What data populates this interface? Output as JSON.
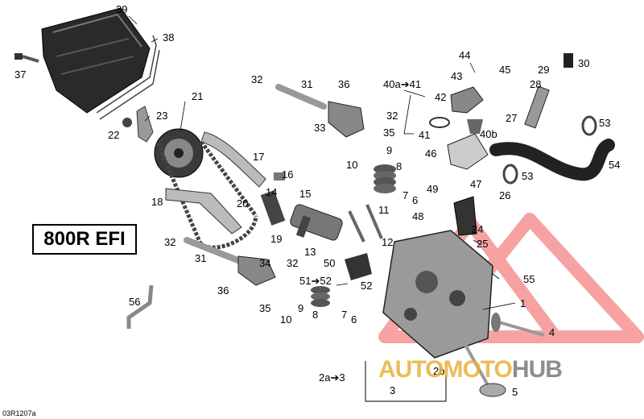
{
  "model_label": "800R EFI",
  "ref_code": "03R1207a",
  "watermark": {
    "part1": "AUTOMOTO",
    "part2": "HUB"
  },
  "callouts": [
    {
      "id": "c39",
      "text": "39"
    },
    {
      "id": "c38",
      "text": "38"
    },
    {
      "id": "c37",
      "text": "37"
    },
    {
      "id": "c21",
      "text": "21"
    },
    {
      "id": "c23",
      "text": "23"
    },
    {
      "id": "c22",
      "text": "22"
    },
    {
      "id": "c17",
      "text": "17"
    },
    {
      "id": "c16",
      "text": "16"
    },
    {
      "id": "c14",
      "text": "14"
    },
    {
      "id": "c15",
      "text": "15"
    },
    {
      "id": "c18",
      "text": "18"
    },
    {
      "id": "c20",
      "text": "20"
    },
    {
      "id": "c19",
      "text": "19"
    },
    {
      "id": "c32a",
      "text": "32"
    },
    {
      "id": "c31a",
      "text": "31"
    },
    {
      "id": "c36a",
      "text": "36"
    },
    {
      "id": "c32b",
      "text": "32"
    },
    {
      "id": "c33",
      "text": "33"
    },
    {
      "id": "c35a",
      "text": "35"
    },
    {
      "id": "c9a",
      "text": "9"
    },
    {
      "id": "c10a",
      "text": "10"
    },
    {
      "id": "c8a",
      "text": "8"
    },
    {
      "id": "c7a",
      "text": "7"
    },
    {
      "id": "c6a",
      "text": "6"
    },
    {
      "id": "c11",
      "text": "11"
    },
    {
      "id": "c12",
      "text": "12"
    },
    {
      "id": "c13",
      "text": "13"
    },
    {
      "id": "c44",
      "text": "44"
    },
    {
      "id": "c43",
      "text": "43"
    },
    {
      "id": "c45",
      "text": "45"
    },
    {
      "id": "c40a",
      "text": "40a➔41"
    },
    {
      "id": "c42",
      "text": "42"
    },
    {
      "id": "c41",
      "text": "41"
    },
    {
      "id": "c40b",
      "text": "40b"
    },
    {
      "id": "c46",
      "text": "46"
    },
    {
      "id": "c47",
      "text": "47"
    },
    {
      "id": "c49",
      "text": "49"
    },
    {
      "id": "c48",
      "text": "48"
    },
    {
      "id": "c26",
      "text": "26"
    },
    {
      "id": "c30",
      "text": "30"
    },
    {
      "id": "c29",
      "text": "29"
    },
    {
      "id": "c28",
      "text": "28"
    },
    {
      "id": "c27",
      "text": "27"
    },
    {
      "id": "c53a",
      "text": "53"
    },
    {
      "id": "c53b",
      "text": "53"
    },
    {
      "id": "c54",
      "text": "54"
    },
    {
      "id": "c24",
      "text": "24"
    },
    {
      "id": "c25",
      "text": "25"
    },
    {
      "id": "c32c",
      "text": "32"
    },
    {
      "id": "c31b",
      "text": "31"
    },
    {
      "id": "c34",
      "text": "34"
    },
    {
      "id": "c32d",
      "text": "32"
    },
    {
      "id": "c36b",
      "text": "36"
    },
    {
      "id": "c35b",
      "text": "35"
    },
    {
      "id": "c9b",
      "text": "9"
    },
    {
      "id": "c10b",
      "text": "10"
    },
    {
      "id": "c8b",
      "text": "8"
    },
    {
      "id": "c7b",
      "text": "7"
    },
    {
      "id": "c6b",
      "text": "6"
    },
    {
      "id": "c50",
      "text": "50"
    },
    {
      "id": "c51",
      "text": "51➔52"
    },
    {
      "id": "c52",
      "text": "52"
    },
    {
      "id": "c56",
      "text": "56"
    },
    {
      "id": "c55",
      "text": "55"
    },
    {
      "id": "c1",
      "text": "1"
    },
    {
      "id": "c4",
      "text": "4"
    },
    {
      "id": "c2a",
      "text": "2a➔3"
    },
    {
      "id": "c2b",
      "text": "2b"
    },
    {
      "id": "c3",
      "text": "3"
    },
    {
      "id": "c5",
      "text": "5"
    }
  ]
}
